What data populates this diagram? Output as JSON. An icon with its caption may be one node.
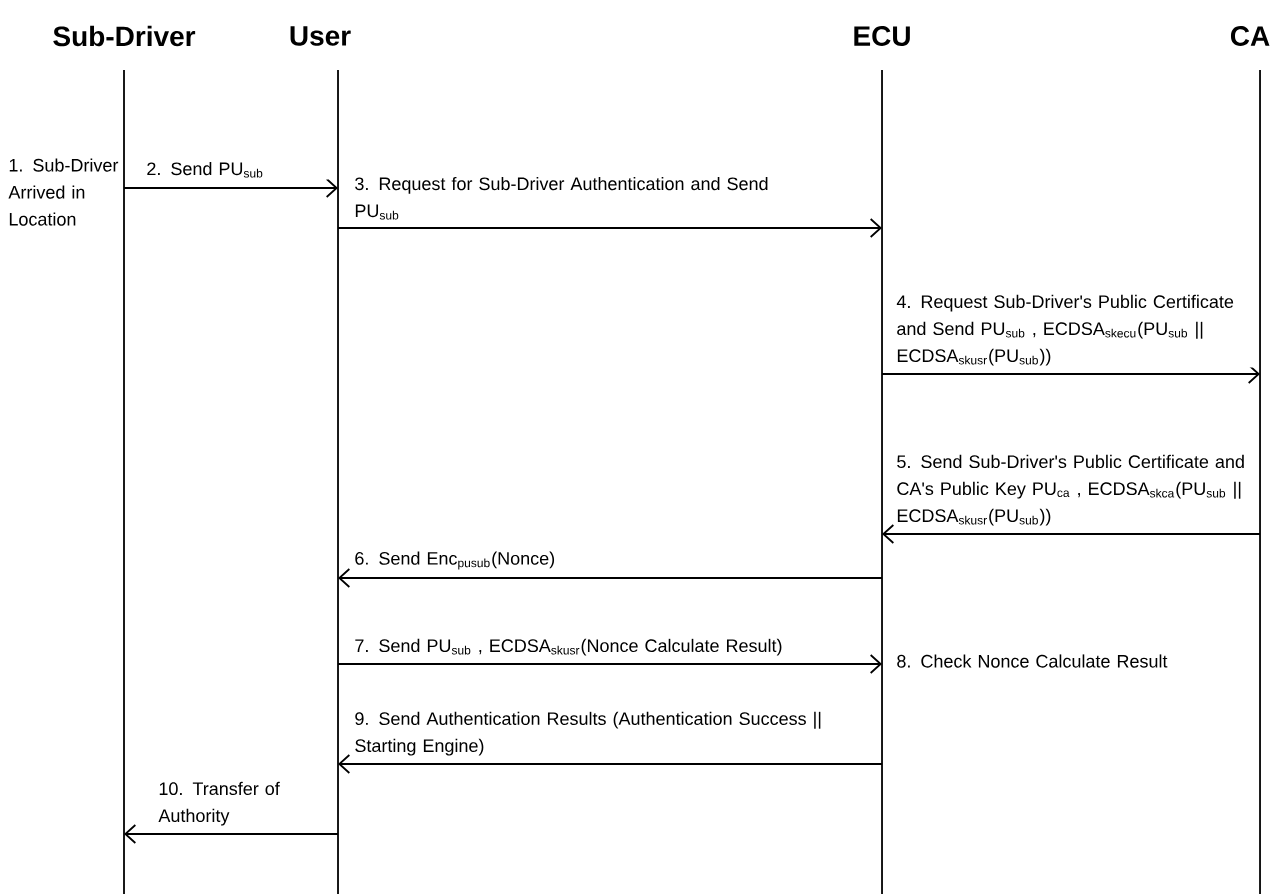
{
  "diagram": {
    "nodes": [
      {
        "text": [
          "Sub-Driver"
        ]
      },
      {
        "text": [
          "User"
        ]
      },
      {
        "text": [
          "ECU"
        ]
      },
      {
        "text": [
          "CA"
        ]
      }
    ],
    "edges": [
      {
        "from": 0,
        "to": 1,
        "arrow": "to",
        "label": "2. Send PU$_{sub}$"
      },
      {
        "from": 1,
        "to": 2,
        "arrow": "to",
        "label": "3. Request for Sub-Driver Authentication and Send PU$_{sub}$"
      },
      {
        "from": 2,
        "to": 3,
        "arrow": "to",
        "label": "4. Request Sub-Driver's Public Certificate and Send PU$_{sub}$ , ECDSA$_{skecu}$(PU$_{sub}$ || ECDSA$_{skusr}$(PU$_{sub}$))"
      },
      {
        "from": 3,
        "to": 2,
        "arrow": "to",
        "label": "5. Send Sub-Driver's Public Certificate and CA's Public Key PU$_{ca}$ , ECDSA$_{skca}$(PU$_{sub}$ || ECDSA$_{skusr}$(PU$_{sub}$))"
      },
      {
        "from": 2,
        "to": 1,
        "arrow": "to",
        "label": "6. Send Enc$_{pusub}$(Nonce)"
      },
      {
        "from": 1,
        "to": 2,
        "arrow": "to",
        "label": "7. Send PU$_{sub}$ , ECDSA$_{skusr}$(Nonce Calculate Result)"
      },
      {
        "from": 2,
        "to": 1,
        "arrow": "to",
        "label": "9. Send Authentication Results (Authentication Success || Starting Engine)"
      },
      {
        "from": 1,
        "to": 0,
        "arrow": "to",
        "label": "10. Transfer of Authority"
      }
    ],
    "labels": [
      "1. Sub-Driver Arrived in Location",
      "8. Check Nonce Calculate Result"
    ]
  }
}
